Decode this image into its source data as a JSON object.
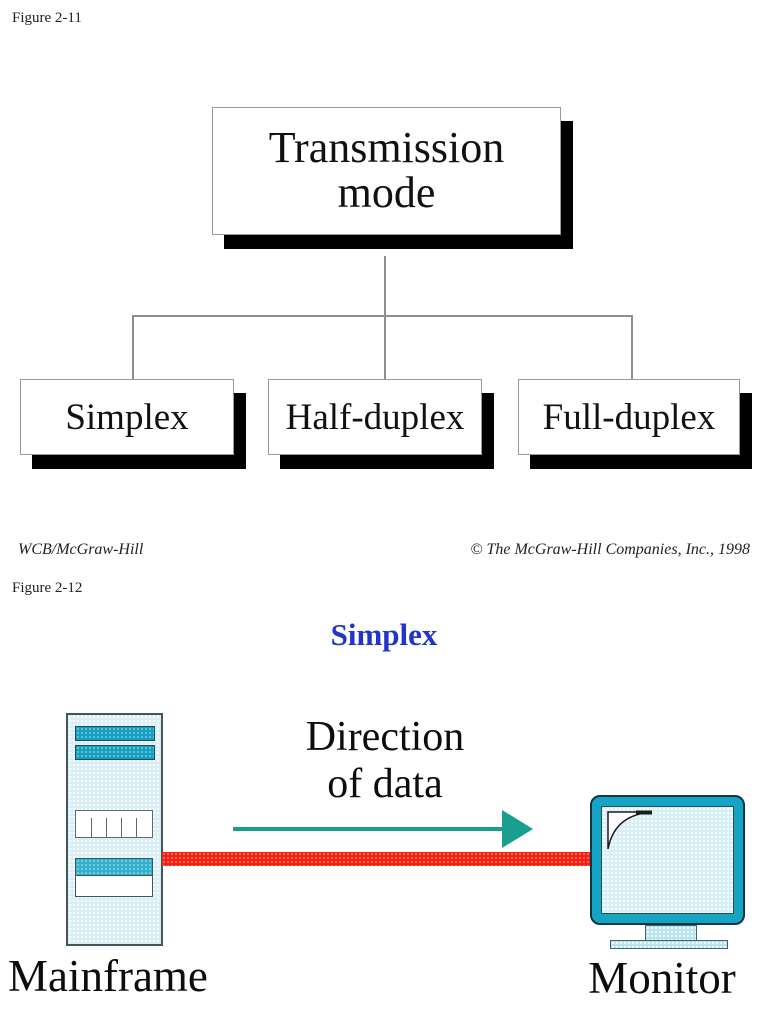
{
  "figure1": {
    "label": "Figure 2-11",
    "tree": {
      "root": "Transmission mode",
      "children": [
        "Simplex",
        "Half-duplex",
        "Full-duplex"
      ]
    },
    "footer": {
      "left": "WCB/McGraw-Hill",
      "right": "© The McGraw-Hill Companies, Inc., 1998"
    }
  },
  "figure2": {
    "label": "Figure 2-12",
    "title": "Simplex",
    "flow_label": {
      "line1": "Direction",
      "line2": "of data"
    },
    "source_label": "Mainframe",
    "target_label": "Monitor"
  },
  "colors": {
    "title_blue": "#2134cb",
    "arrow_green": "#1a9e8f",
    "link_red": "#f51f0e",
    "device_teal": "#16a4c5",
    "device_light": "#d9eef5",
    "shadow_black": "#000000"
  }
}
